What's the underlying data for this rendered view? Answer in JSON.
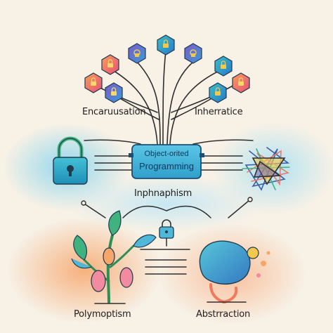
{
  "diagram": {
    "center": {
      "line1": "Object-orited",
      "line2": "Programming"
    },
    "labels": {
      "encapsulation": "Encaruusation",
      "inheritance": "Inherratice",
      "inphnaphism": "Inphnaphism",
      "polymorphism": "Polymoptism",
      "abstraction": "Abstrraction"
    }
  },
  "colors": {
    "background": "#f7f1e6",
    "accent_teal": "#2aa5c9",
    "accent_orange": "#f29a5e",
    "accent_green": "#3fb27f",
    "accent_purple": "#6b4fa6",
    "line": "#2f2f2f"
  }
}
